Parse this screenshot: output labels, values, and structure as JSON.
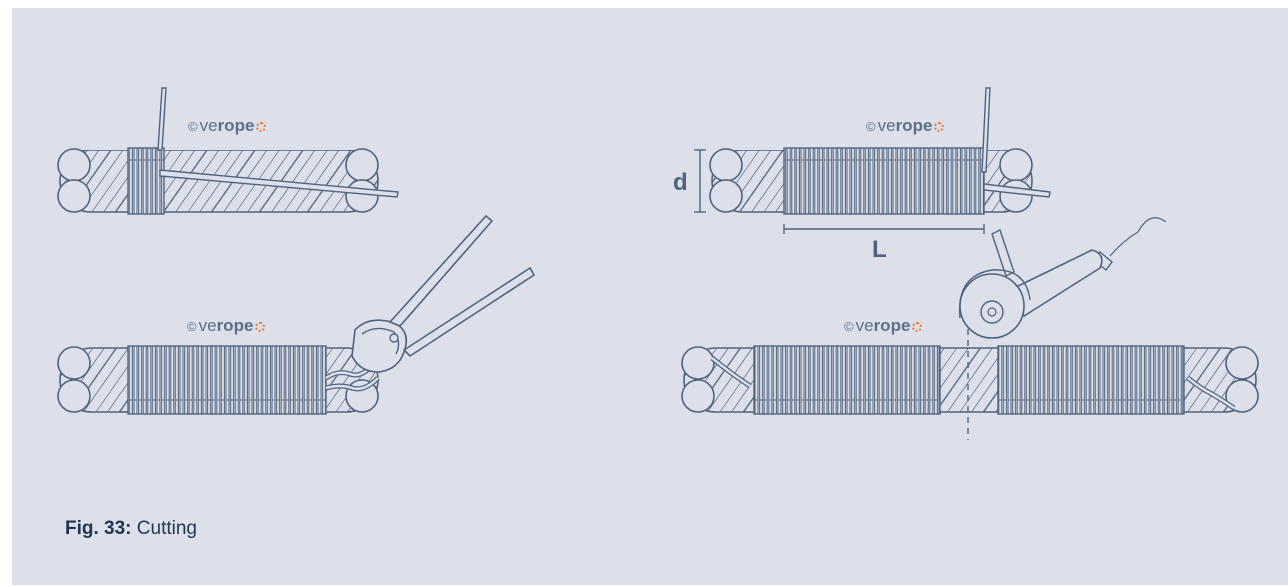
{
  "figure": {
    "label": "Fig. 33:",
    "title": "Cutting"
  },
  "watermark": {
    "copyright": "©",
    "prefix": "ve",
    "bold": "rope"
  },
  "dimensions": {
    "diameter": "d",
    "length": "L"
  },
  "colors": {
    "background": "#dde0ea",
    "stroke": "#4f6380",
    "accent": "#e8782f",
    "text": "#1f3552"
  }
}
